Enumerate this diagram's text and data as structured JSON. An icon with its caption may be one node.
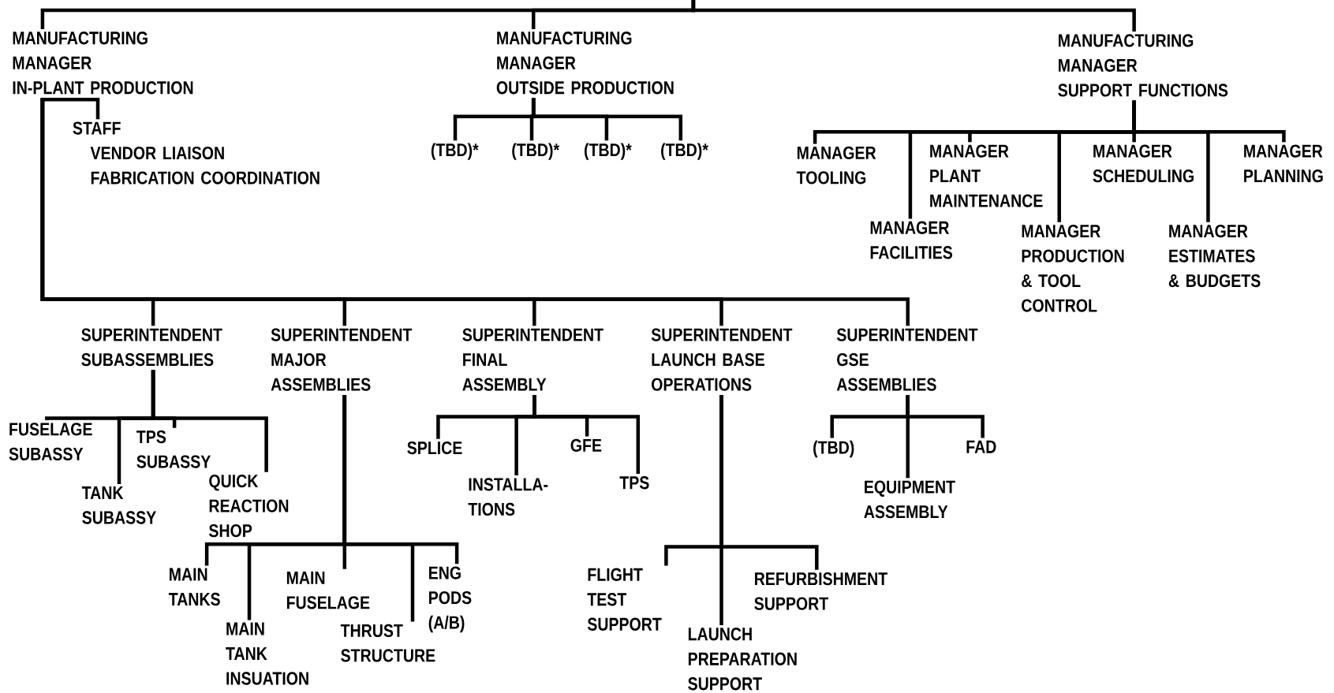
{
  "diagram": {
    "nodes": [
      {
        "text": [
          "MANUFACTURING MANAGER",
          "IN-PLANT PRODUCTION"
        ]
      },
      {
        "text": [
          "MANUFACTURING MANAGER",
          "OUTSIDE PRODUCTION"
        ]
      },
      {
        "text": [
          "MANUFACTURING MANAGER",
          "SUPPORT FUNCTIONS"
        ]
      },
      {
        "text": [
          "STAFF",
          "VENDOR LIAISON",
          "FABRICATION COORDINATION"
        ]
      },
      {
        "text": [
          "(TBD)*"
        ]
      },
      {
        "text": [
          "(TBD)*"
        ]
      },
      {
        "text": [
          "(TBD)*"
        ]
      },
      {
        "text": [
          "(TBD)*"
        ]
      },
      {
        "text": [
          "MANAGER TOOLING"
        ]
      },
      {
        "text": [
          "MANAGER FACILITIES"
        ]
      },
      {
        "text": [
          "MANAGER PLANT MAINTENANCE"
        ]
      },
      {
        "text": [
          "MANAGER PRODUCTION & TOOL CONTROL"
        ]
      },
      {
        "text": [
          "MANAGER SCHEDULING"
        ]
      },
      {
        "text": [
          "MANAGER ESTIMATES & BUDGETS"
        ]
      },
      {
        "text": [
          "MANAGER PLANNING"
        ]
      },
      {
        "text": [
          "SUPERINTENDENT SUBASSEMBLIES"
        ]
      },
      {
        "text": [
          "SUPERINTENDENT MAJOR ASSEMBLIES"
        ]
      },
      {
        "text": [
          "SUPERINTENDENT FINAL ASSEMBLY"
        ]
      },
      {
        "text": [
          "SUPERINTENDENT LAUNCH BASE OPERATIONS"
        ]
      },
      {
        "text": [
          "SUPERINTENDENT GSE ASSEMBLIES"
        ]
      },
      {
        "text": [
          "FUSELAGE SUBASSY"
        ]
      },
      {
        "text": [
          "TANK SUBASSY"
        ]
      },
      {
        "text": [
          "TPS SUBASSY"
        ]
      },
      {
        "text": [
          "QUICK REACTION SHOP"
        ]
      },
      {
        "text": [
          "MAIN TANKS"
        ]
      },
      {
        "text": [
          "MAIN TANK INSUATION"
        ]
      },
      {
        "text": [
          "MAIN FUSELAGE"
        ]
      },
      {
        "text": [
          "THRUST STRUCTURE"
        ]
      },
      {
        "text": [
          "ENG PODS (A/B)"
        ]
      },
      {
        "text": [
          "SPLICE"
        ]
      },
      {
        "text": [
          "INSTALLA-TIONS"
        ]
      },
      {
        "text": [
          "GFE"
        ]
      },
      {
        "text": [
          "TPS"
        ]
      },
      {
        "text": [
          "FLIGHT TEST SUPPORT"
        ]
      },
      {
        "text": [
          "LAUNCH PREPARATION SUPPORT"
        ]
      },
      {
        "text": [
          "REFURBISHMENT SUPPORT"
        ]
      },
      {
        "text": [
          "(TBD)"
        ]
      },
      {
        "text": [
          "EQUIPMENT ASSEMBLY"
        ]
      },
      {
        "text": [
          "FAD"
        ]
      }
    ],
    "edges": [
      {
        "from": null,
        "to": 0,
        "arrow": "none"
      },
      {
        "from": null,
        "to": 1,
        "arrow": "none"
      },
      {
        "from": null,
        "to": 2,
        "arrow": "none"
      },
      {
        "from": 0,
        "to": 3,
        "arrow": "none"
      },
      {
        "from": 1,
        "to": 4,
        "arrow": "none"
      },
      {
        "from": 1,
        "to": 5,
        "arrow": "none"
      },
      {
        "from": 1,
        "to": 6,
        "arrow": "none"
      },
      {
        "from": 1,
        "to": 7,
        "arrow": "none"
      },
      {
        "from": 2,
        "to": 8,
        "arrow": "none"
      },
      {
        "from": 2,
        "to": 9,
        "arrow": "none"
      },
      {
        "from": 2,
        "to": 10,
        "arrow": "none"
      },
      {
        "from": 2,
        "to": 11,
        "arrow": "none"
      },
      {
        "from": 2,
        "to": 12,
        "arrow": "none"
      },
      {
        "from": 2,
        "to": 13,
        "arrow": "none"
      },
      {
        "from": 2,
        "to": 14,
        "arrow": "none"
      },
      {
        "from": 0,
        "to": 15,
        "arrow": "none"
      },
      {
        "from": 0,
        "to": 16,
        "arrow": "none"
      },
      {
        "from": 0,
        "to": 17,
        "arrow": "none"
      },
      {
        "from": 0,
        "to": 18,
        "arrow": "none"
      },
      {
        "from": 0,
        "to": 19,
        "arrow": "none"
      },
      {
        "from": 15,
        "to": 20,
        "arrow": "none"
      },
      {
        "from": 15,
        "to": 21,
        "arrow": "none"
      },
      {
        "from": 15,
        "to": 22,
        "arrow": "none"
      },
      {
        "from": 15,
        "to": 23,
        "arrow": "none"
      },
      {
        "from": 16,
        "to": 24,
        "arrow": "none"
      },
      {
        "from": 16,
        "to": 25,
        "arrow": "none"
      },
      {
        "from": 16,
        "to": 26,
        "arrow": "none"
      },
      {
        "from": 16,
        "to": 27,
        "arrow": "none"
      },
      {
        "from": 16,
        "to": 28,
        "arrow": "none"
      },
      {
        "from": 17,
        "to": 29,
        "arrow": "none"
      },
      {
        "from": 17,
        "to": 30,
        "arrow": "none"
      },
      {
        "from": 17,
        "to": 31,
        "arrow": "none"
      },
      {
        "from": 17,
        "to": 32,
        "arrow": "none"
      },
      {
        "from": 18,
        "to": 33,
        "arrow": "none"
      },
      {
        "from": 18,
        "to": 34,
        "arrow": "none"
      },
      {
        "from": 18,
        "to": 35,
        "arrow": "none"
      },
      {
        "from": 19,
        "to": 36,
        "arrow": "none"
      },
      {
        "from": 19,
        "to": 37,
        "arrow": "none"
      },
      {
        "from": 19,
        "to": 38,
        "arrow": "none"
      }
    ]
  }
}
